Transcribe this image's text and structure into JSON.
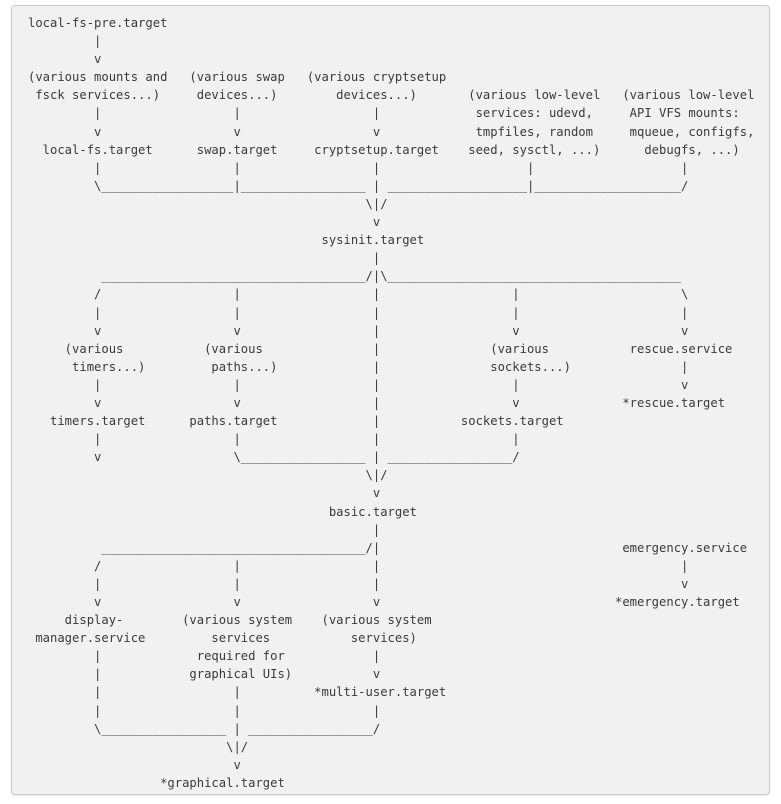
{
  "colors": {
    "page_background": "#ffffff",
    "panel_background": "#f0f1f0",
    "panel_border": "#cccccc",
    "text": "#3a3a3a"
  },
  "diagram": {
    "kind": "ascii-flow-diagram",
    "subject": "systemd bootup target dependency graph",
    "lines": [
      "local-fs-pre.target",
      "         |",
      "         v",
      "(various mounts and   (various swap   (various cryptsetup",
      " fsck services...)     devices...)        devices...)       (various low-level   (various low-level",
      "         |                  |                  |             services: udevd,     API VFS mounts:",
      "         v                  v                  v             tmpfiles, random     mqueue, configfs,",
      "  local-fs.target      swap.target     cryptsetup.target    seed, sysctl, ...)      debugfs, ...)",
      "         |                  |                  |                    |                    |",
      "         \\__________________|_________________ | ___________________|____________________/",
      "                                              \\|/",
      "                                               v",
      "                                        sysinit.target",
      "                                               |",
      "          ____________________________________/|\\________________________________________",
      "         /                  |                  |                  |                      \\",
      "         |                  |                  |                  |                      |",
      "         v                  v                  |                  v                      v",
      "     (various           (various               |               (various           rescue.service",
      "      timers...)         paths...)             |               sockets...)               |",
      "         |                  |                  |                  |                      v",
      "         v                  v                  |                  v              *rescue.target",
      "   timers.target      paths.target             |           sockets.target",
      "         |                  |                  |                  |",
      "         v                  \\_________________ | _________________/",
      "                                              \\|/",
      "                                               v",
      "                                         basic.target",
      "                                               |",
      "          ____________________________________/|                                 emergency.service",
      "         /                  |                  |                                         |",
      "         |                  |                  |                                         v",
      "         v                  v                  v                                *emergency.target",
      "     display-        (various system    (various system",
      " manager.service         services           services)",
      "         |             required for            |",
      "         |            graphical UIs)           v",
      "         |                  |          *multi-user.target",
      "         |                  |                  |",
      "         \\_________________ | _________________/",
      "                           \\|/",
      "                            v",
      "                  *graphical.target"
    ],
    "entities": {
      "targets": [
        "local-fs-pre.target",
        "local-fs.target",
        "swap.target",
        "cryptsetup.target",
        "sysinit.target",
        "timers.target",
        "paths.target",
        "sockets.target",
        "*rescue.target",
        "basic.target",
        "*emergency.target",
        "*multi-user.target",
        "*graphical.target"
      ],
      "services": [
        "rescue.service",
        "emergency.service",
        "display-manager.service"
      ],
      "groups": [
        "(various mounts and fsck services...)",
        "(various swap devices...)",
        "(various cryptsetup devices...)",
        "(various low-level services: udevd, tmpfiles, random seed, sysctl, ...)",
        "(various low-level API VFS mounts: mqueue, configfs, debugfs, ...)",
        "(various timers...)",
        "(various paths...)",
        "(various sockets...)",
        "(various system services required for graphical UIs)",
        "(various system services)"
      ]
    }
  }
}
